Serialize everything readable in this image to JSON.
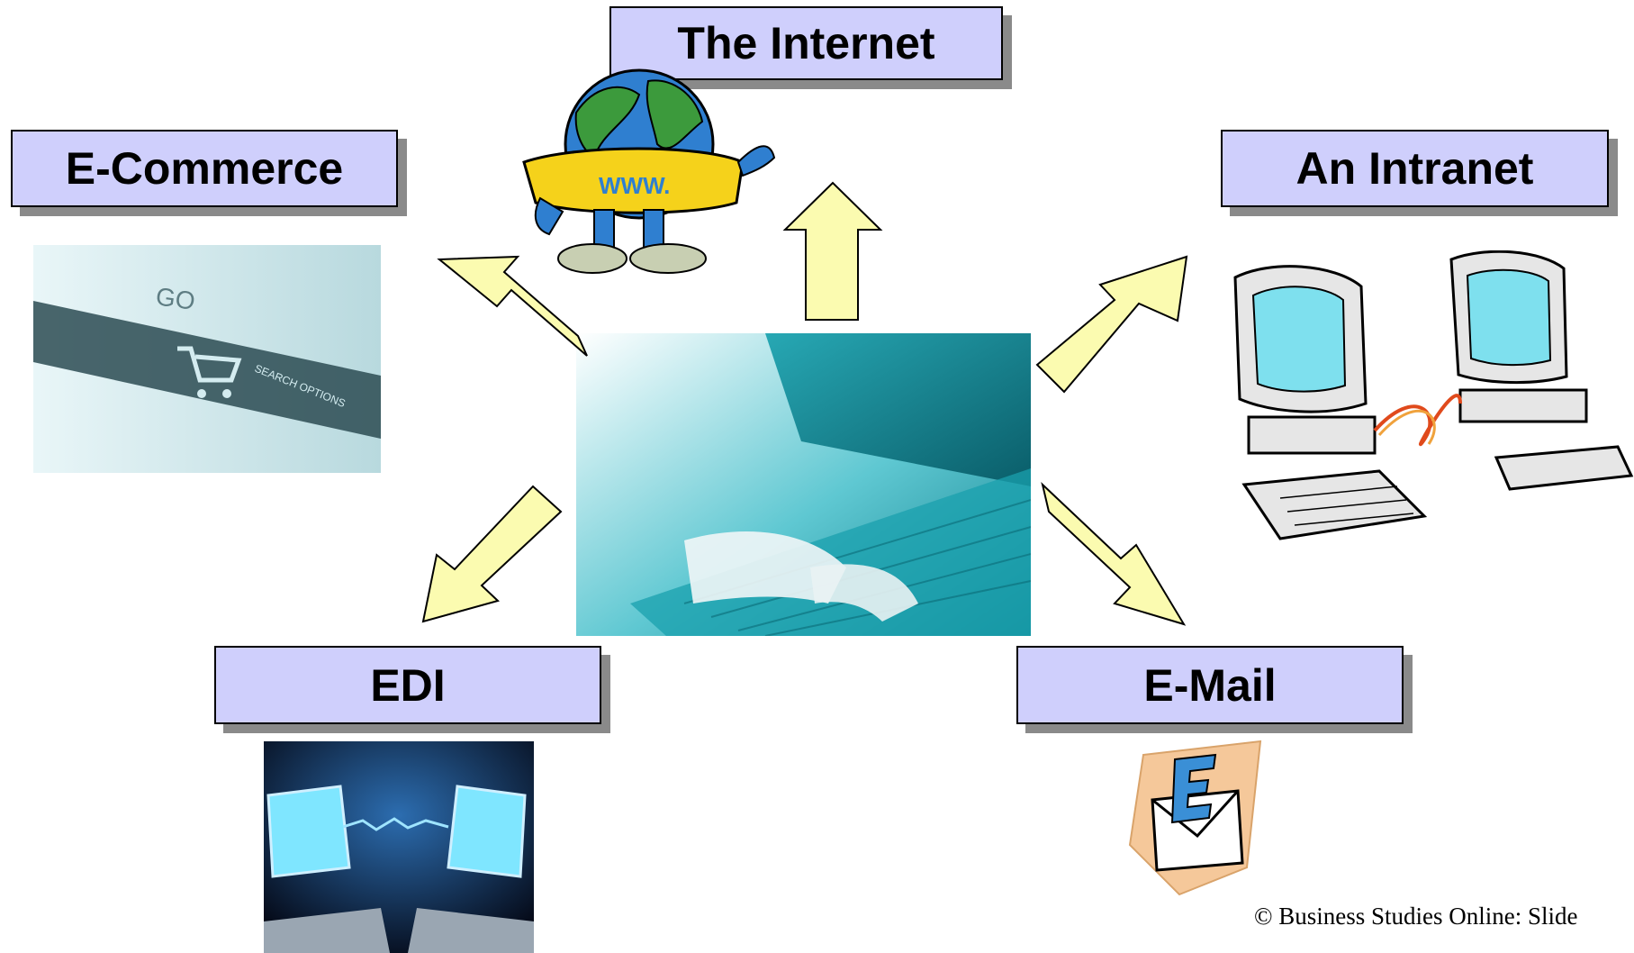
{
  "slide": {
    "center_image": "laptop-typing-photo",
    "hub_labels": [
      {
        "id": "internet",
        "text": "The Internet",
        "image": "www-globe-character-icon"
      },
      {
        "id": "ecommerce",
        "text": "E-Commerce",
        "image": "shopping-cart-go-photo"
      },
      {
        "id": "intranet",
        "text": "An Intranet",
        "image": "networked-computers-icon"
      },
      {
        "id": "edi",
        "text": "EDI",
        "image": "linked-monitors-photo"
      },
      {
        "id": "email",
        "text": "E-Mail",
        "image": "email-envelope-icon"
      }
    ],
    "ecommerce_photo_text": {
      "go": "GO",
      "search": "SEARCH OPTIONS"
    },
    "globe_shirt_text": "WWW.",
    "footer": "© Business Studies Online: Slide"
  },
  "colors": {
    "label_fill": "#cfcffc",
    "arrow_fill": "#fbfbb0",
    "shadow": "#8a8a8a"
  }
}
